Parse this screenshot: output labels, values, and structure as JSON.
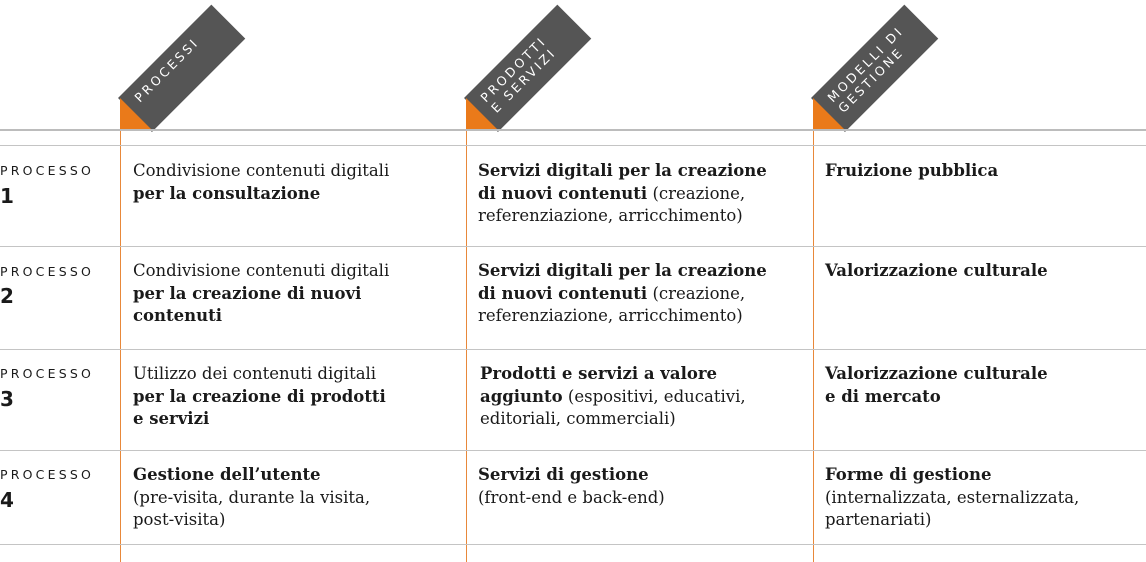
{
  "headers": {
    "processi": "PROCESSI",
    "prodotti_servizi": "PRODOTTI\nE SERVIZI",
    "modelli_gestione": "MODELLI DI\nGESTIONE"
  },
  "colors": {
    "accent": "#ea7a1a",
    "tag": "#555555",
    "rule": "#c4c4c4"
  },
  "rows": [
    {
      "label": "PROCESSO",
      "number": "1",
      "processi": {
        "l1": "Condivisione contenuti digitali",
        "l2": "per la consultazione"
      },
      "prodotti": {
        "l1": "Servizi digitali per la creazione",
        "l2b": "di nuovi contenuti",
        "l2": " (creazione,",
        "l3": "referenziazione, arricchimento)"
      },
      "modelli": {
        "l1": "Fruizione pubblica"
      }
    },
    {
      "label": "PROCESSO",
      "number": "2",
      "processi": {
        "l1": "Condivisione contenuti digitali",
        "l2": "per la creazione di nuovi",
        "l3": "contenuti"
      },
      "prodotti": {
        "l1": "Servizi digitali per la creazione",
        "l2b": "di nuovi contenuti",
        "l2": " (creazione,",
        "l3": "referenziazione, arricchimento)"
      },
      "modelli": {
        "l1": "Valorizzazione culturale"
      }
    },
    {
      "label": "PROCESSO",
      "number": "3",
      "processi": {
        "l1": "Utilizzo dei contenuti digitali",
        "l2": "per la creazione di prodotti",
        "l3": "e servizi"
      },
      "prodotti": {
        "l1": "Prodotti e servizi a valore",
        "l2b": "aggiunto",
        "l2": " (espositivi, educativi,",
        "l3": "editoriali, commerciali)"
      },
      "modelli": {
        "l1": "Valorizzazione culturale",
        "l2": "e di mercato"
      }
    },
    {
      "label": "PROCESSO",
      "number": "4",
      "processi": {
        "l1": "Gestione dell’utente",
        "l2": "(pre-visita, durante la visita,",
        "l3": "post-visita)"
      },
      "prodotti": {
        "l1": "Servizi di gestione",
        "l2": "(front-end e back-end)"
      },
      "modelli": {
        "l1": "Forme di gestione",
        "l2": "(internalizzata, esternalizzata,",
        "l3": "partenariati)"
      }
    }
  ]
}
